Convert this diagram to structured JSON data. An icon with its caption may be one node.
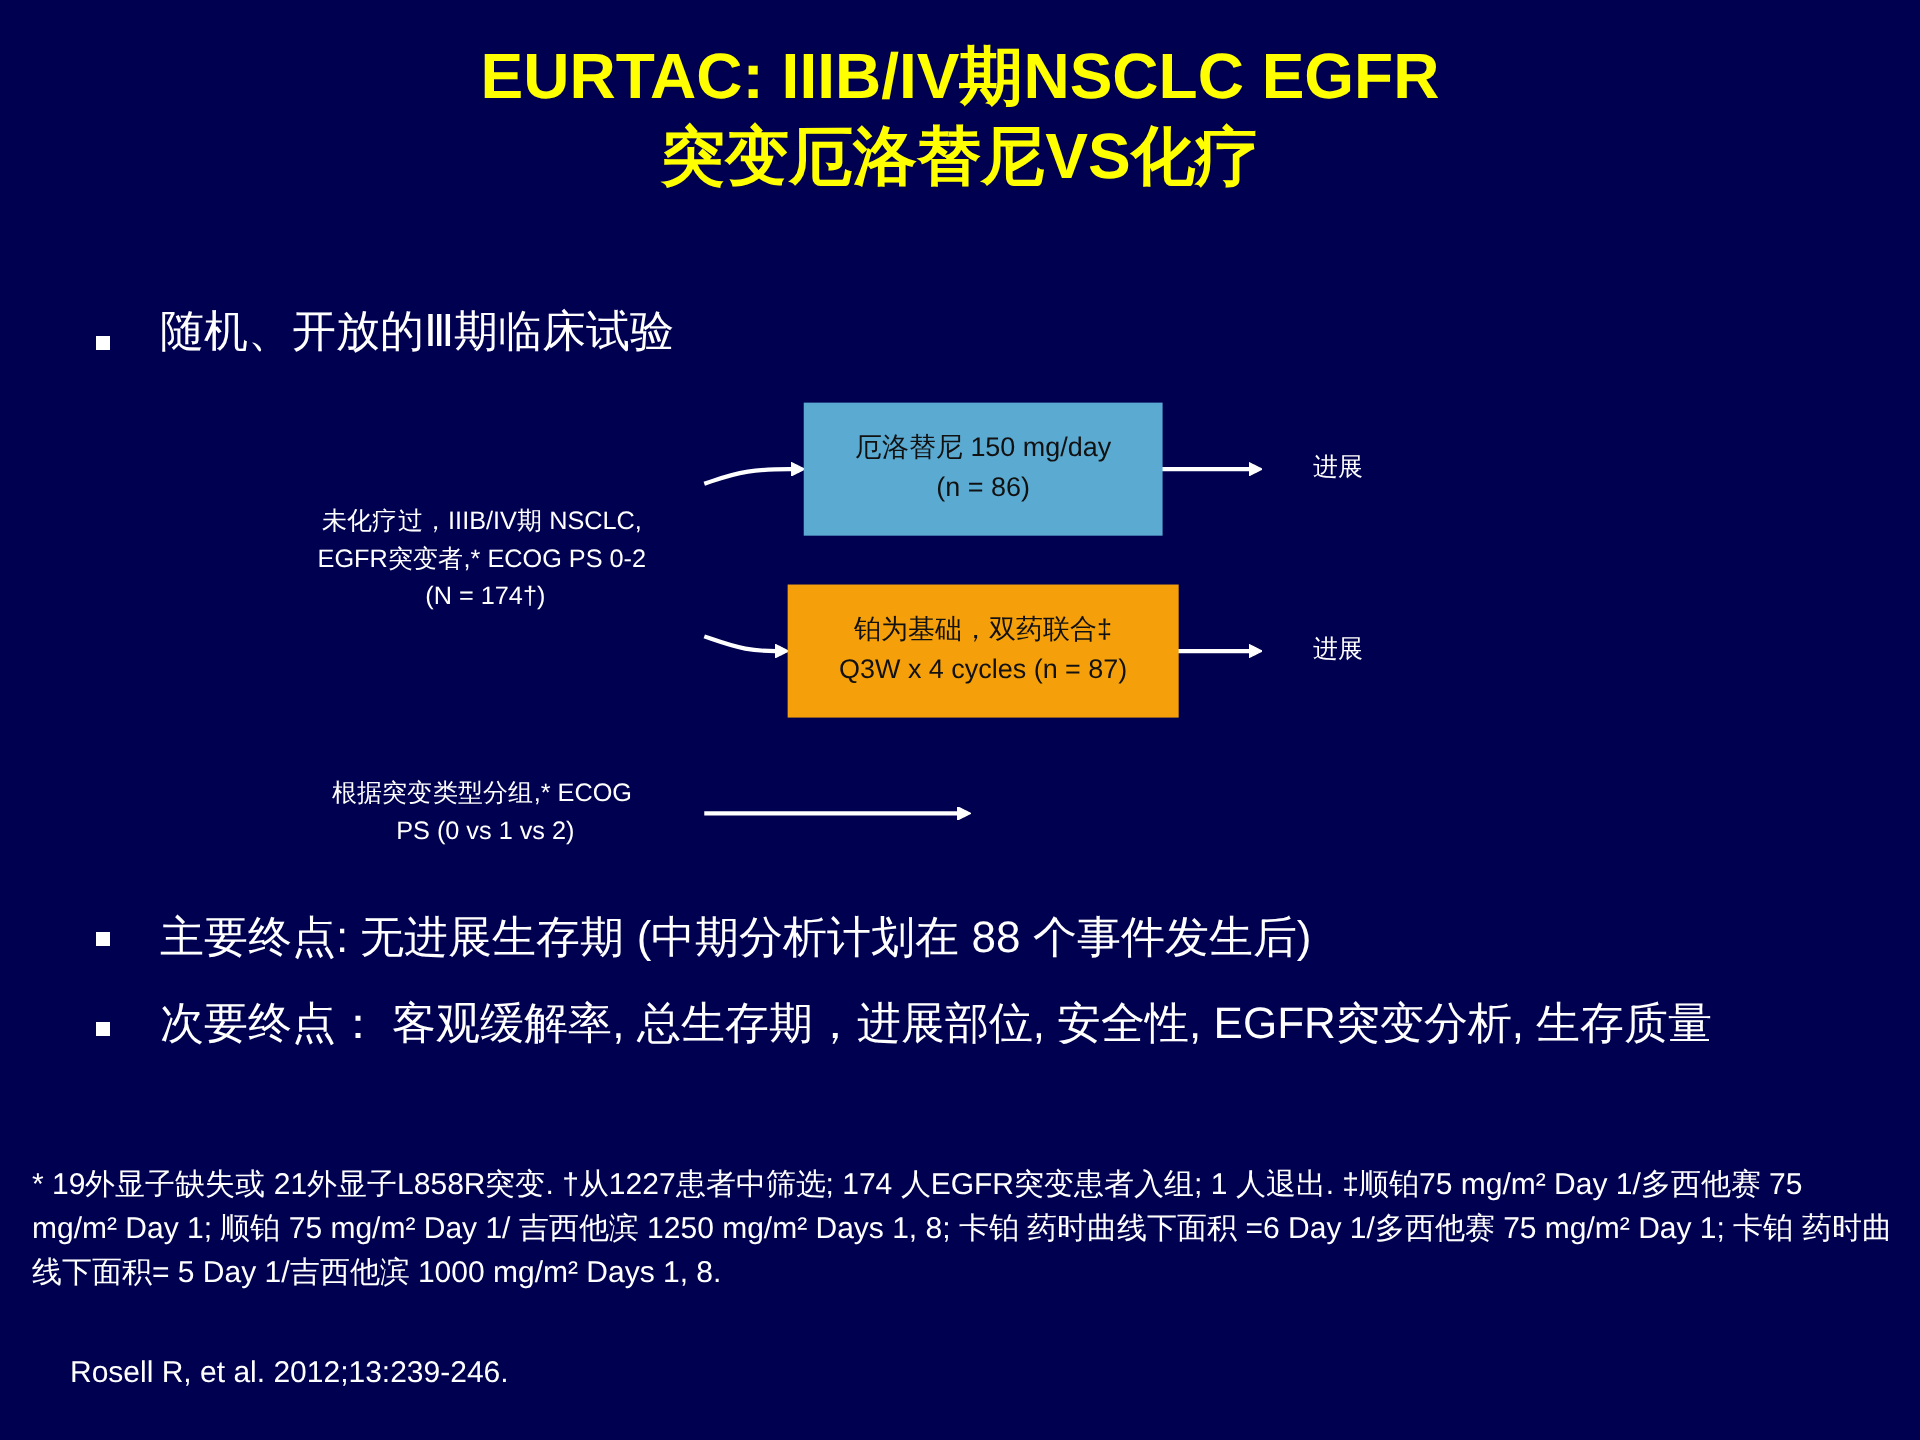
{
  "diagram": {
    "title": "EURTAC: IIIB/IV期NSCLC EGFR突变厄洛替尼VS化疗",
    "nodes": [
      {
        "text": [
          "根据突变类型分组,* ECOG PS (0 vs 1 vs 2)"
        ]
      },
      {
        "text": [
          "未化疗过，IIIB/IV期 NSCLC, EGFR突变者,* ECOG PS 0-2 (N = 174†)"
        ]
      },
      {
        "text": [
          "厄洛替尼 150 mg/day",
          "(n = 86)"
        ]
      },
      {
        "text": [
          "铂为基础，双药联合‡",
          "Q3W x 4 cycles (n = 87)"
        ]
      },
      {
        "text": [
          "进展"
        ]
      },
      {
        "text": [
          "进展"
        ]
      }
    ],
    "edges": [
      {
        "from": 0,
        "to": null,
        "arrow": "to"
      },
      {
        "from": 1,
        "to": 2,
        "arrow": "to"
      },
      {
        "from": 1,
        "to": 3,
        "arrow": "to"
      },
      {
        "from": 2,
        "to": 4,
        "arrow": "to"
      },
      {
        "from": 3,
        "to": 5,
        "arrow": "to"
      }
    ],
    "labels": [
      "随机、开放的Ⅲ期临床试验",
      "主要终点: 无进展生存期 (中期分析计划在 88 个事件发生后)",
      "次要终点： 客观缓解率, 总生存期，进展部位, 安全性, EGFR突变分析, 生存质量",
      "* 19外显子缺失或 21外显子L858R突变. †从1227患者中筛选; 174 人EGFR突变患者入组; 1 人退出. ‡顺铂75 mg/m² Day 1/多西他赛 75 mg/m² Day 1; 顺铂 75 mg/m² Day 1/ 吉西他滨 1250 mg/m² Days 1, 8; 卡铂 药时曲线下面积 =6 Day 1/多西他赛 75 mg/m² Day 1; 卡铂 药时曲线下面积= 5 Day 1/吉西他滨 1000 mg/m² Days 1, 8.",
      "Rosell R, et al. 2012;13:239-246."
    ]
  }
}
